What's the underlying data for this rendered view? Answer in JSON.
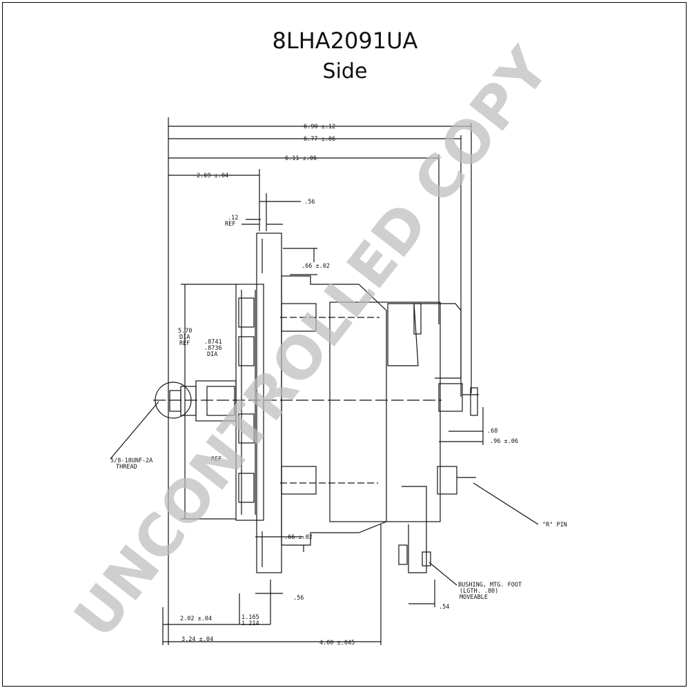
{
  "header": {
    "title": "8LHA2091UA",
    "subtitle": "Side"
  },
  "dimensions": {
    "overall_a": "6.90 ±.12",
    "overall_b": "6.77 ±.06",
    "overall_c": "6.11 ±.06",
    "front_to_pulley": "2.69 ±.04",
    "fan_width": ".56",
    "fan_thickness": ".12",
    "fan_thickness_ref": "REF",
    "upper_ear": ".66 ±.02",
    "pulley_dia_value": "5.70",
    "pulley_dia_unit": "DIA",
    "pulley_dia_ref": "REF",
    "bore_dia_1": ".8741",
    "bore_dia_2": ".8736",
    "bore_dia_unit": "DIA",
    "thread_1": "5/8-18UNF-2A",
    "thread_2": "THREAD",
    "ref_small": "REF",
    "lower_ear": ".66 ±.02",
    "bottom_56": ".56",
    "bottom_54": ".54",
    "front_202": "2.02 ±.04",
    "mid_1165": "1.165",
    "mid_1214": "1.214",
    "front_324": "3.24 ±.04",
    "body_400": "4.00 ±.045",
    "rear_68": ".68",
    "rear_96": ".96 ±.06",
    "r_pin": "\"R\" PIN",
    "bushing_1": "BUSHING, MTG. FOOT",
    "bushing_2": "(LGTH. .80)",
    "bushing_3": "MOVEABLE"
  },
  "watermark": "UNCONTROLLED COPY"
}
